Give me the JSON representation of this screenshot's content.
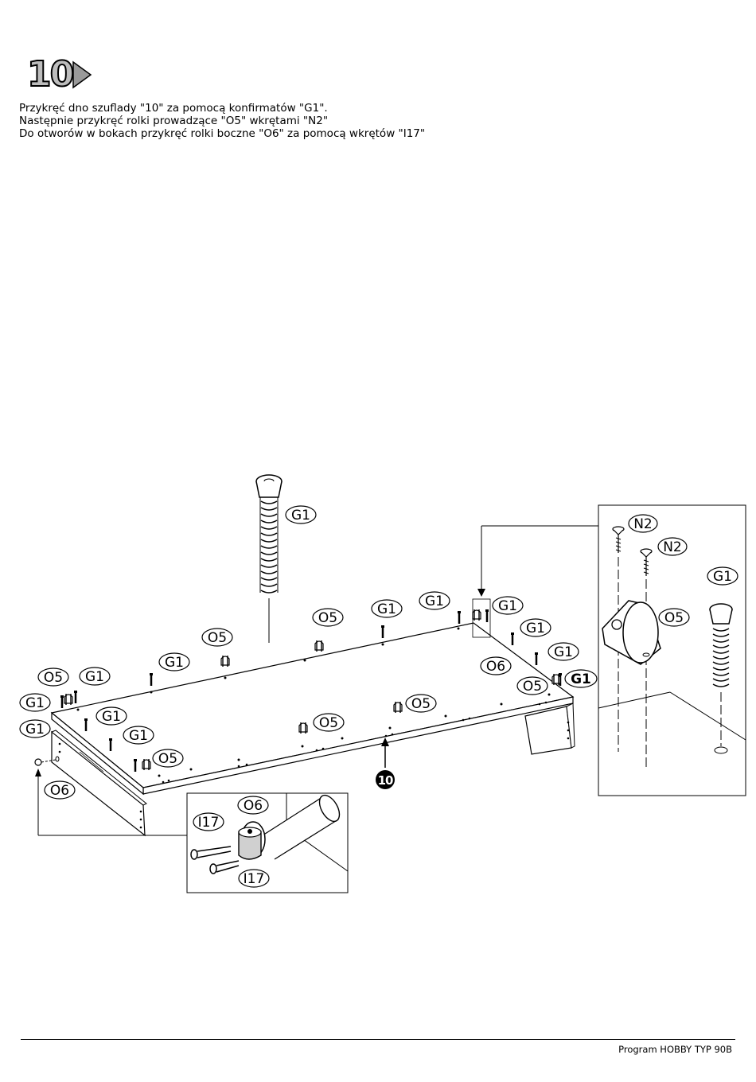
{
  "step": {
    "number": "10"
  },
  "instructions": [
    "Przykręć dno szuflady \"10\" za pomocą konfirmatów \"G1\".",
    "Następnie przykręć rolki prowadzące \"O5\" wkrętami \"N2\"",
    "Do otworów w bokach przykręć rolki boczne \"O6\" za pomocą wkrętów \"I17\""
  ],
  "labels": {
    "g1": "G1",
    "o5": "O5",
    "o6": "O6",
    "n2": "N2",
    "i17": "I17",
    "part": "10"
  },
  "footer": {
    "text": "Program HOBBY TYP 90B"
  }
}
